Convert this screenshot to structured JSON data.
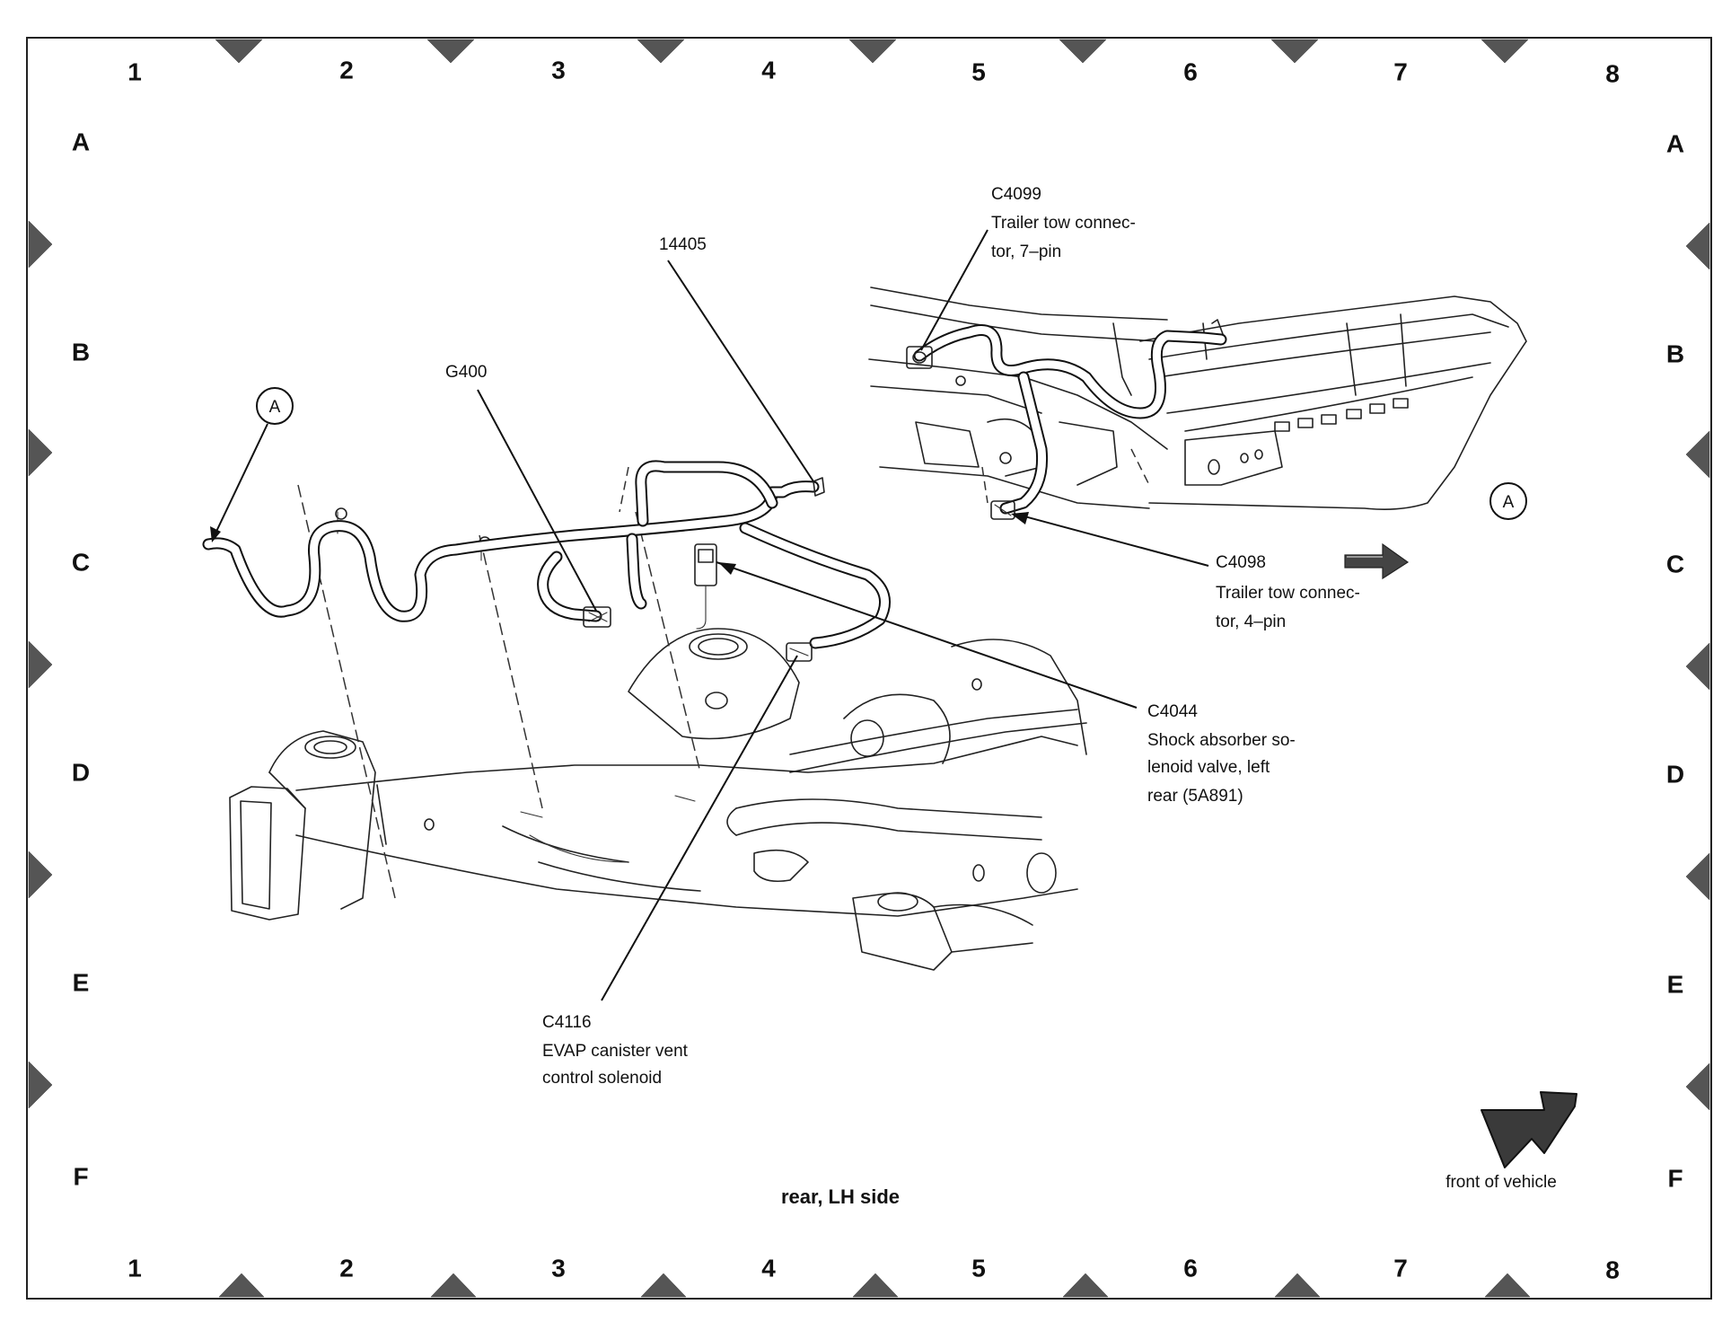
{
  "grid": {
    "columns": [
      "1",
      "2",
      "3",
      "4",
      "5",
      "6",
      "7",
      "8"
    ],
    "rows": [
      "A",
      "B",
      "C",
      "D",
      "E",
      "F"
    ]
  },
  "callouts": {
    "harness_id": "14405",
    "ground_id": "G400",
    "ref_label": "A",
    "c4099": {
      "id": "C4099",
      "line1": "Trailer tow connec-",
      "line2": "tor, 7–pin"
    },
    "c4098": {
      "id": "C4098",
      "line1": "Trailer tow connec-",
      "line2": "tor, 4–pin"
    },
    "c4044": {
      "id": "C4044",
      "line1": "Shock absorber so-",
      "line2": "lenoid valve, left",
      "line3": "rear (5A891)"
    },
    "c4116": {
      "id": "C4116",
      "line1": "EVAP canister vent",
      "line2": "control solenoid"
    }
  },
  "caption": "rear, LH side",
  "front_label": "front of vehicle",
  "colors": {
    "ink": "#111111",
    "marker": "#555555",
    "background": "#ffffff"
  }
}
